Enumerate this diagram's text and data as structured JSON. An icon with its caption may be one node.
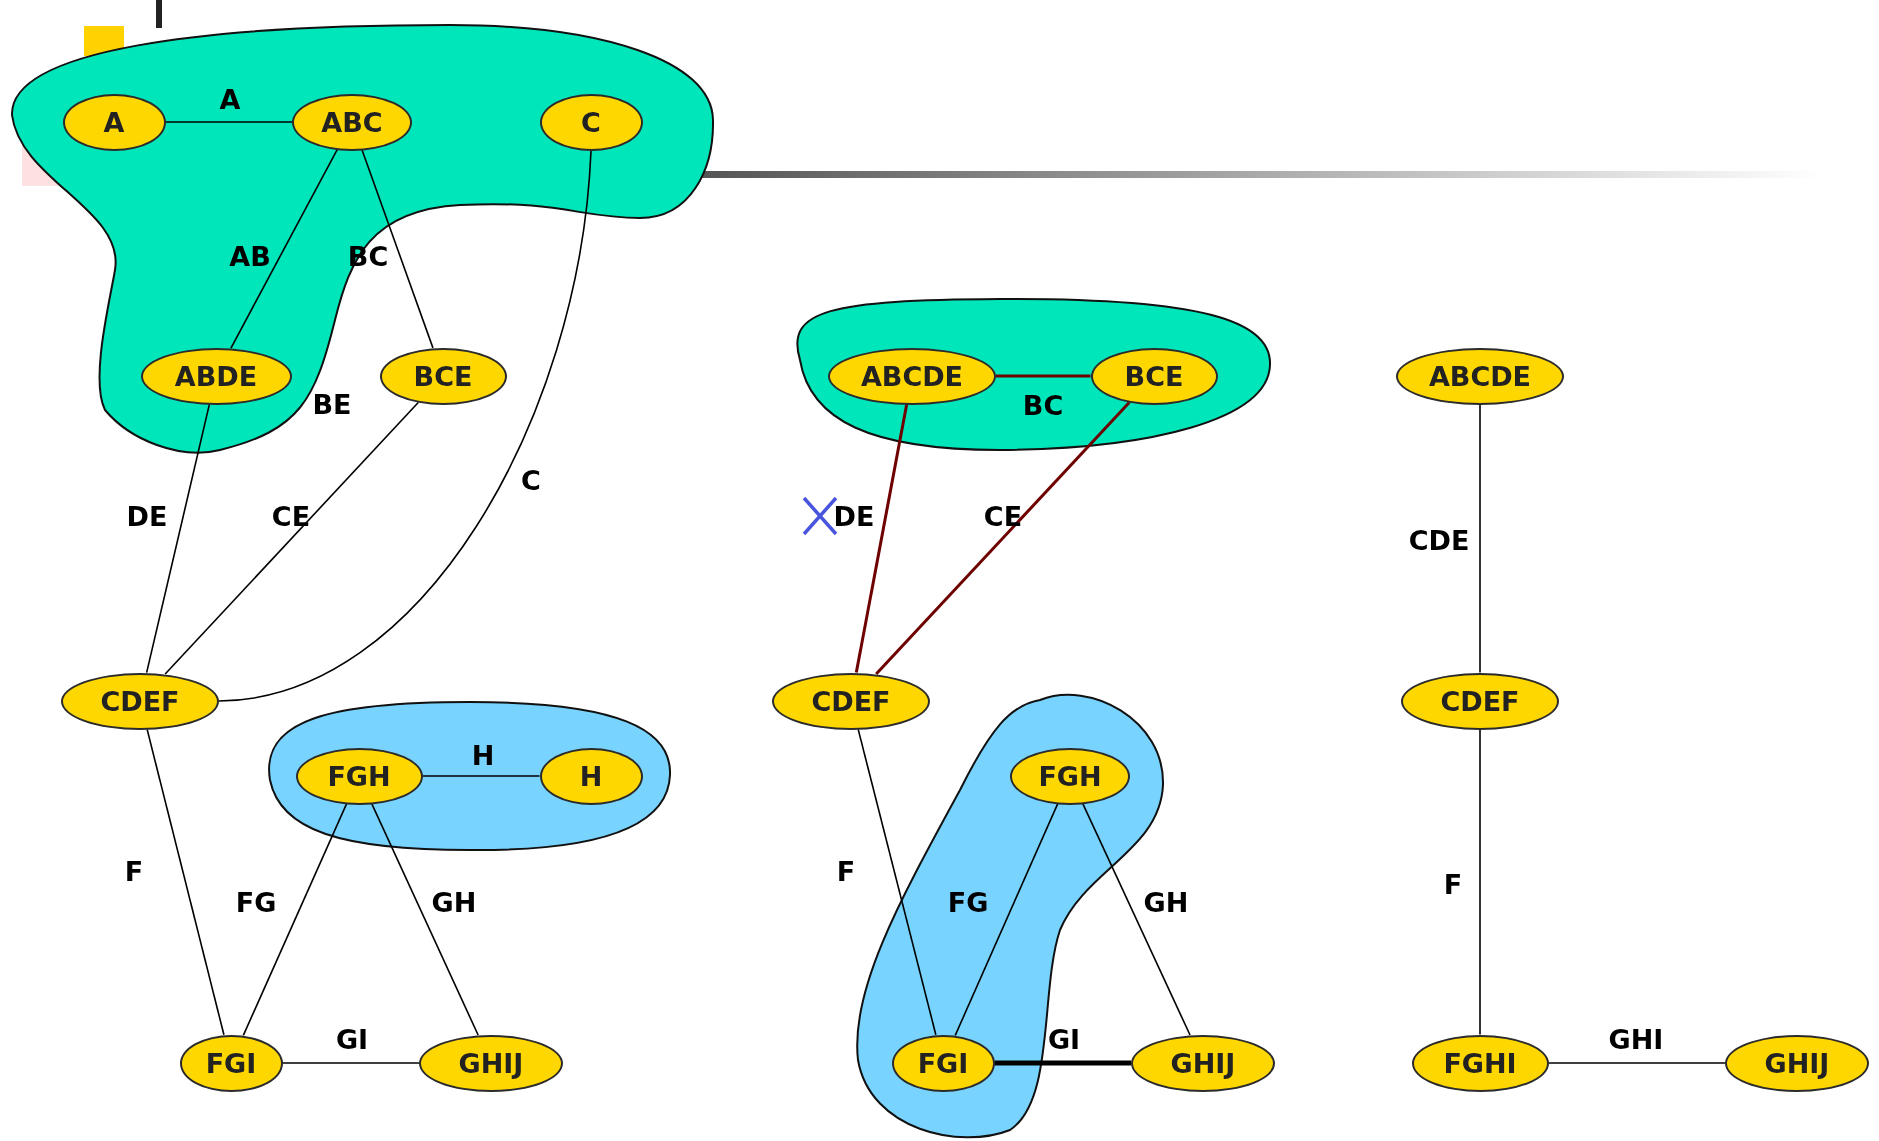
{
  "diagram": {
    "nodes": [
      {
        "text": [],
        "shape": "blob"
      },
      {
        "text": [
          "A"
        ],
        "in": 0
      },
      {
        "text": [
          "ABC"
        ],
        "in": 0
      },
      {
        "text": [
          "C"
        ],
        "in": 0
      },
      {
        "text": [
          "ABDE"
        ],
        "in": 0
      },
      {
        "text": [
          "BCE"
        ]
      },
      {
        "text": [
          "CDEF"
        ]
      },
      {
        "text": [],
        "shape": "blob"
      },
      {
        "text": [
          "FGH"
        ],
        "in": 7
      },
      {
        "text": [
          "H"
        ],
        "in": 7
      },
      {
        "text": [
          "FGI"
        ]
      },
      {
        "text": [
          "GHIJ"
        ]
      },
      {
        "text": [],
        "shape": "blob"
      },
      {
        "text": [
          "ABCDE"
        ],
        "in": 12
      },
      {
        "text": [
          "BCE"
        ],
        "in": 12
      },
      {
        "text": [
          "CDEF"
        ]
      },
      {
        "text": [],
        "shape": "blob"
      },
      {
        "text": [
          "FGH"
        ],
        "in": 16
      },
      {
        "text": [
          "FGI"
        ],
        "in": 16
      },
      {
        "text": [
          "GHIJ"
        ]
      },
      {
        "text": [
          "ABCDE"
        ]
      },
      {
        "text": [
          "CDEF"
        ]
      },
      {
        "text": [
          "FGHI"
        ]
      },
      {
        "text": [
          "GHIJ"
        ]
      }
    ],
    "edges": [
      {
        "from": 1,
        "to": 2,
        "arrow": "none",
        "label": "A"
      },
      {
        "from": 2,
        "to": 4,
        "arrow": "none",
        "label": "AB"
      },
      {
        "from": 2,
        "to": 5,
        "arrow": "none",
        "label": "BC"
      },
      {
        "from": 3,
        "to": 6,
        "arrow": "none",
        "label": "C"
      },
      {
        "from": 4,
        "to": 6,
        "arrow": "none",
        "label": "DE"
      },
      {
        "from": 5,
        "to": 6,
        "arrow": "none",
        "label": "CE"
      },
      {
        "from": 6,
        "to": 10,
        "arrow": "none",
        "label": "F"
      },
      {
        "from": 8,
        "to": 9,
        "arrow": "none",
        "label": "H"
      },
      {
        "from": 8,
        "to": 10,
        "arrow": "none",
        "label": "FG"
      },
      {
        "from": 8,
        "to": 11,
        "arrow": "none",
        "label": "GH"
      },
      {
        "from": 10,
        "to": 11,
        "arrow": "none",
        "label": "GI"
      },
      {
        "from": 13,
        "to": 14,
        "arrow": "none",
        "label": "BC",
        "color": "#6e0000"
      },
      {
        "from": 13,
        "to": 15,
        "arrow": "none",
        "label": "DE",
        "color": "#6e0000"
      },
      {
        "from": 14,
        "to": 15,
        "arrow": "none",
        "label": "CE",
        "color": "#6e0000"
      },
      {
        "from": 15,
        "to": 18,
        "arrow": "none",
        "label": "F"
      },
      {
        "from": 17,
        "to": 18,
        "arrow": "none",
        "label": "FG"
      },
      {
        "from": 17,
        "to": 19,
        "arrow": "none",
        "label": "GH"
      },
      {
        "from": 18,
        "to": 19,
        "arrow": "none",
        "label": "GI",
        "style": "thick"
      },
      {
        "from": 20,
        "to": 21,
        "arrow": "none",
        "label": "CDE"
      },
      {
        "from": 21,
        "to": 22,
        "arrow": "none",
        "label": "F"
      },
      {
        "from": 22,
        "to": 23,
        "arrow": "none",
        "label": "GHI"
      }
    ],
    "labels": [
      "BE"
    ]
  }
}
